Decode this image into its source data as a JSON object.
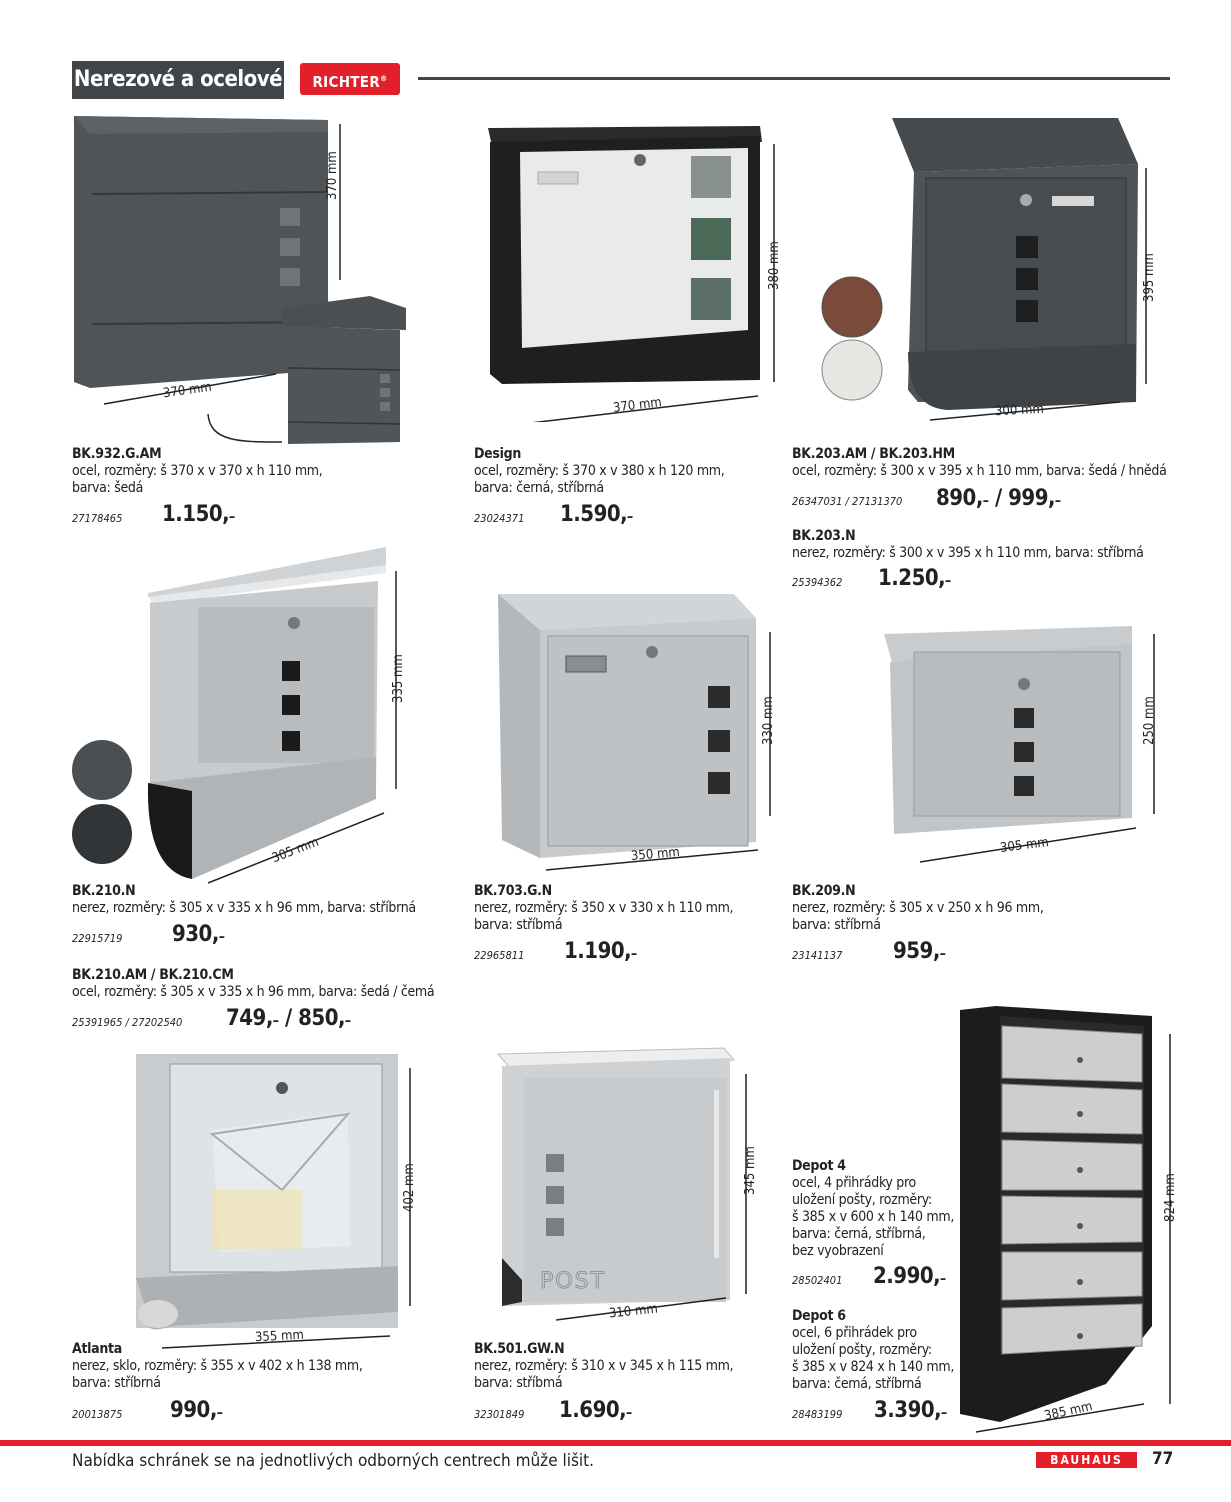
{
  "header": {
    "title": "Nerezové a ocelové",
    "brand": "RICHTER",
    "brand_mark": "®"
  },
  "products": [
    {
      "name": "BK.932.G.AM",
      "desc1": "ocel, rozměry: š 370 x v 370 x h 110 mm,",
      "desc2": "barva: šedá",
      "article": "27178465",
      "price": "1.150,",
      "dims": [
        "370 mm",
        "370 mm"
      ]
    },
    {
      "name": "Design",
      "desc1": "ocel, rozměry: š 370 x v 380 x h 120 mm,",
      "desc2": "barva: černá, stříbrná",
      "article": "23024371",
      "price": "1.590,",
      "dims": [
        "380 mm",
        "370 mm"
      ]
    },
    {
      "name": "BK.203.AM / BK.203.HM",
      "desc1": "ocel, rozměry: š 300 x v 395 x h 110 mm, barva: šedá / hnědá",
      "article": "26347031 / 27131370",
      "price": "890,",
      "price2": "999,",
      "price_sep": " / ",
      "dims": [
        "395 mm",
        "300 mm"
      ]
    },
    {
      "name": "BK.203.N",
      "desc1": "nerez, rozměry: š 300 x v 395 x h 110 mm, barva: stříbrná",
      "article": "25394362",
      "price": "1.250,"
    },
    {
      "name": "BK.210.N",
      "desc1": "nerez, rozměry: š 305 x v 335 x h 96 mm, barva: stříbrná",
      "article": "22915719",
      "price": "930,",
      "dims": [
        "335 mm",
        "305 mm"
      ]
    },
    {
      "name": "BK.210.AM / BK.210.CM",
      "desc1": "ocel, rozměry: š 305 x v 335 x h 96 mm, barva: šedá / čemá",
      "article": "25391965 / 27202540",
      "price": "749,",
      "price2": "850,",
      "price_sep": " / "
    },
    {
      "name": "BK.703.G.N",
      "desc1": "nerez, rozměry: š 350 x v 330 x h 110 mm,",
      "desc2": "barva: stříbmá",
      "article": "22965811",
      "price": "1.190,",
      "dims": [
        "330 mm",
        "350 mm"
      ]
    },
    {
      "name": "BK.209.N",
      "desc1": "nerez, rozměry: š 305 x v 250 x h 96 mm,",
      "desc2": "barva: stříbrná",
      "article": "23141137",
      "price": "959,",
      "dims": [
        "250 mm",
        "305 mm"
      ]
    },
    {
      "name": "Atlanta",
      "desc1": "nerez, sklo, rozměry: š 355 x v 402 x h 138 mm,",
      "desc2": "barva: stříbrná",
      "article": "20013875",
      "price": "990,",
      "dims": [
        "402 mm",
        "355 mm"
      ]
    },
    {
      "name": "BK.501.GW.N",
      "desc1": "nerez, rozměry: š 310 x v 345 x h 115 mm,",
      "desc2": "barva: stříbmá",
      "article": "32301849",
      "price": "1.690,",
      "dims": [
        "345 mm",
        "310 mm"
      ],
      "imprint": "POST"
    },
    {
      "name": "Depot 4",
      "lines": [
        "ocel, 4 přihrádky pro",
        "uložení pošty, rozměry:",
        "š 385 x v 600 x h 140 mm,",
        "barva: černá, stříbrná,",
        "bez vyobrazení"
      ],
      "article": "28502401",
      "price": "2.990,"
    },
    {
      "name": "Depot 6",
      "lines": [
        "ocel, 6 přihrádek pro",
        "uložení pošty, rozměry:",
        "š 385 x v 824 x h 140 mm,",
        "barva: čemá, stříbrná"
      ],
      "article": "28483199",
      "price": "3.390,",
      "dims": [
        "824 mm",
        "385 mm"
      ]
    }
  ],
  "price_suffix": "–",
  "footer": {
    "note": "Nabídka schránek se na jednotlivých odborných centrech může lišit.",
    "logo": "BAUHAUS",
    "page": "77"
  },
  "colors": {
    "accent": "#e3202a",
    "header_bg": "#3f4548",
    "anthracite": "#4a4f53",
    "brown": "#7a4a3a",
    "black": "#1e1e1e",
    "steel": "#c9ccce"
  }
}
